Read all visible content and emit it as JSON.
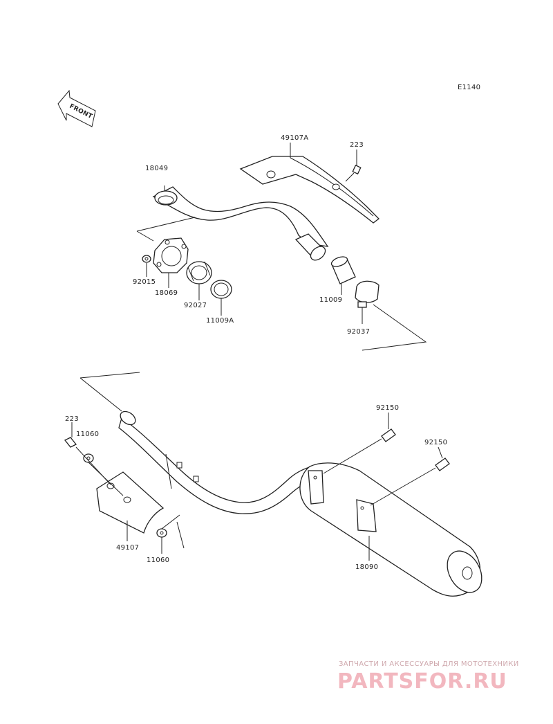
{
  "diagram": {
    "code": "E1140",
    "front_label": "FRONT",
    "labels": {
      "p18049": "18049",
      "p49107A": "49107A",
      "p223_top": "223",
      "p92015": "92015",
      "p18069": "18069",
      "p92027": "92027",
      "p11009A": "11009A",
      "p11009": "11009",
      "p92037": "92037",
      "p92150_a": "92150",
      "p92150_b": "92150",
      "p223_bottom": "223",
      "p11060_top": "11060",
      "p49107": "49107",
      "p11060_bottom": "11060",
      "p18090": "18090"
    }
  },
  "watermark": {
    "tagline": "ЗАПЧАСТИ И АКСЕССУАРЫ ДЛЯ МОТОТЕХНИКИ",
    "logo": "PARTSFOR.RU"
  }
}
